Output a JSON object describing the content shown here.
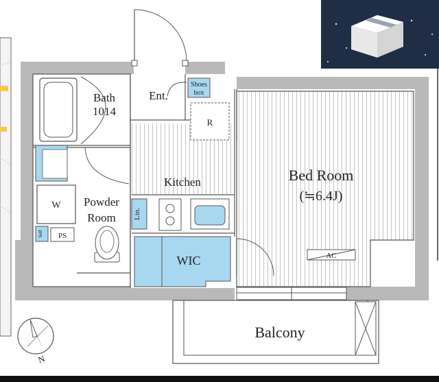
{
  "rooms": {
    "bath": {
      "name": "Bath",
      "size": "1014"
    },
    "entrance": "Ent.",
    "shoes_box": {
      "line1": "Shoes",
      "line2": "box"
    },
    "refrigerator": "R",
    "kitchen": "Kitchen",
    "bedroom": {
      "name": "Bed Room",
      "size": "(≒6.4J)"
    },
    "washer": "W",
    "powder_room": {
      "line1": "Powder",
      "line2": "Room"
    },
    "linen": "Lin.",
    "self": "Self",
    "pipe_space": "PS",
    "wic": "WIC",
    "air_conditioner": "AC",
    "balcony": "Balcony"
  },
  "compass": {
    "label": "N"
  },
  "colors": {
    "wall": "#b9b9b9",
    "wall_dark": "#7a7a7a",
    "storage_fill": "#a8d8f0",
    "sky": "#1f2d45",
    "floor_line": "#c8c8c8"
  }
}
